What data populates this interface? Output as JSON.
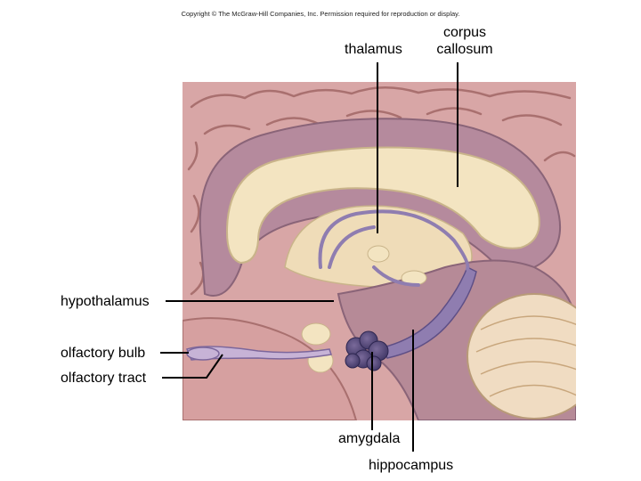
{
  "copyright": "Copyright © The McGraw-Hill Companies, Inc. Permission required for reproduction or display.",
  "labels": {
    "thalamus": "thalamus",
    "corpus_callosum_line1": "corpus",
    "corpus_callosum_line2": "callosum",
    "hypothalamus": "hypothalamus",
    "olfactory_bulb": "olfactory bulb",
    "olfactory_tract": "olfactory tract",
    "amygdala": "amygdala",
    "hippocampus": "hippocampus"
  }
}
